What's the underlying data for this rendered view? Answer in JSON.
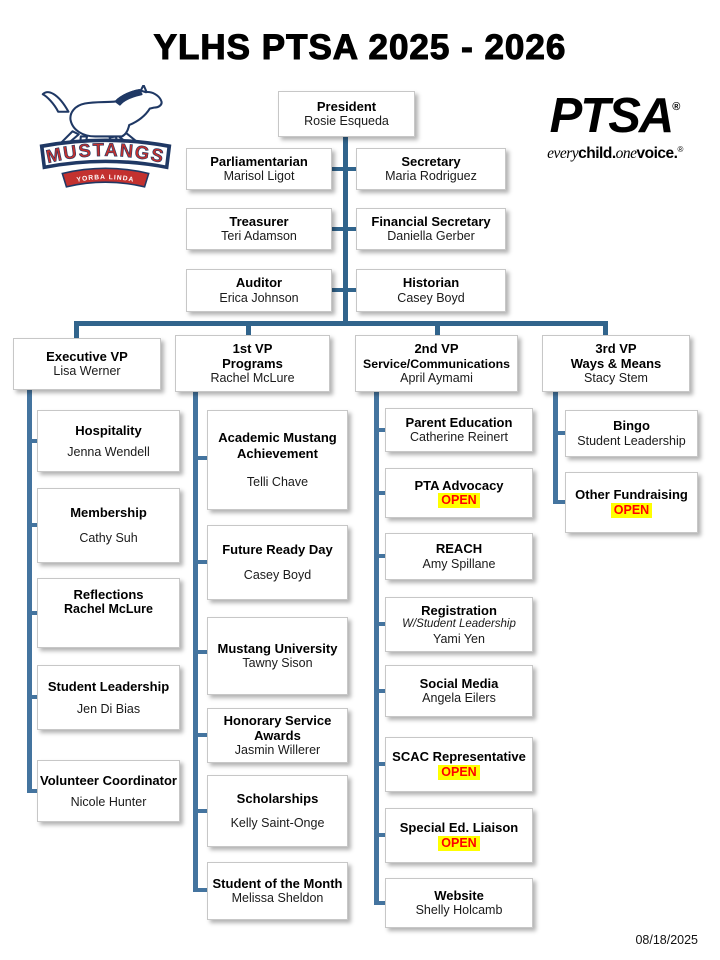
{
  "page": {
    "title": "YLHS PTSA 2025 - 2026",
    "date": "08/18/2025"
  },
  "logos": {
    "mustangs": {
      "primary": "MUSTANGS",
      "secondary": "YORBA LINDA"
    },
    "ptsa": {
      "wordmark": "PTSA",
      "registered": "®",
      "tagline_every": "every",
      "tagline_child": "child.",
      "tagline_one": "one",
      "tagline_voice": "voice."
    }
  },
  "colors": {
    "connector_main": "#31648c",
    "connector_branch": "#44749f",
    "open_text": "#ff0000",
    "open_highlight": "#ffff00",
    "mustangs_navy": "#1f3864",
    "mustangs_red": "#c3312f"
  },
  "board": {
    "president": {
      "title": "President",
      "name": "Rosie Esqueda"
    },
    "officers": [
      {
        "title": "Parliamentarian",
        "name": "Marisol Ligot"
      },
      {
        "title": "Secretary",
        "name": "Maria Rodriguez"
      },
      {
        "title": "Treasurer",
        "name": "Teri Adamson"
      },
      {
        "title": "Financial Secretary",
        "name": "Daniella Gerber"
      },
      {
        "title": "Auditor",
        "name": "Erica Johnson"
      },
      {
        "title": "Historian",
        "name": "Casey Boyd"
      }
    ],
    "vps": [
      {
        "line1": "Executive VP",
        "name": "Lisa Werner"
      },
      {
        "line1": "1st VP",
        "line2": "Programs",
        "name": "Rachel McLure"
      },
      {
        "line1": "2nd VP",
        "line2": "Service/Communications",
        "name": "April Aymami"
      },
      {
        "line1": "3rd VP",
        "line2": "Ways & Means",
        "name": "Stacy Stem"
      }
    ]
  },
  "committees": {
    "executive": [
      {
        "title": "Hospitality",
        "name": "Jenna Wendell"
      },
      {
        "title": "Membership",
        "name": "Cathy Suh"
      },
      {
        "title": "Reflections",
        "name": "Rachel McLure"
      },
      {
        "title": "Student Leadership",
        "name": "Jen Di Bias"
      },
      {
        "title": "Volunteer Coordinator",
        "name": "Nicole Hunter"
      }
    ],
    "programs": [
      {
        "title": "Academic Mustang Achievement",
        "name": "Telli Chave"
      },
      {
        "title": "Future Ready Day",
        "name": "Casey Boyd"
      },
      {
        "title": "Mustang University",
        "name": "Tawny Sison"
      },
      {
        "title": "Honorary Service Awards",
        "name": "Jasmin Willerer"
      },
      {
        "title": "Scholarships",
        "name": "Kelly Saint-Onge"
      },
      {
        "title": "Student of the Month",
        "name": "Melissa Sheldon"
      }
    ],
    "service": [
      {
        "title": "Parent Education",
        "name": "Catherine Reinert"
      },
      {
        "title": "PTA Advocacy",
        "name": "OPEN"
      },
      {
        "title": "REACH",
        "name": "Amy Spillane"
      },
      {
        "title": "Registration",
        "subtitle": "W/Student Leadership",
        "name": "Yami Yen"
      },
      {
        "title": "Social Media",
        "name": "Angela Eilers"
      },
      {
        "title": "SCAC Representative",
        "name": "OPEN"
      },
      {
        "title": "Special Ed. Liaison",
        "name": "OPEN"
      },
      {
        "title": "Website",
        "name": "Shelly Holcamb"
      }
    ],
    "ways_means": [
      {
        "title": "Bingo",
        "name": "Student Leadership"
      },
      {
        "title": "Other Fundraising",
        "name": "OPEN"
      }
    ]
  }
}
